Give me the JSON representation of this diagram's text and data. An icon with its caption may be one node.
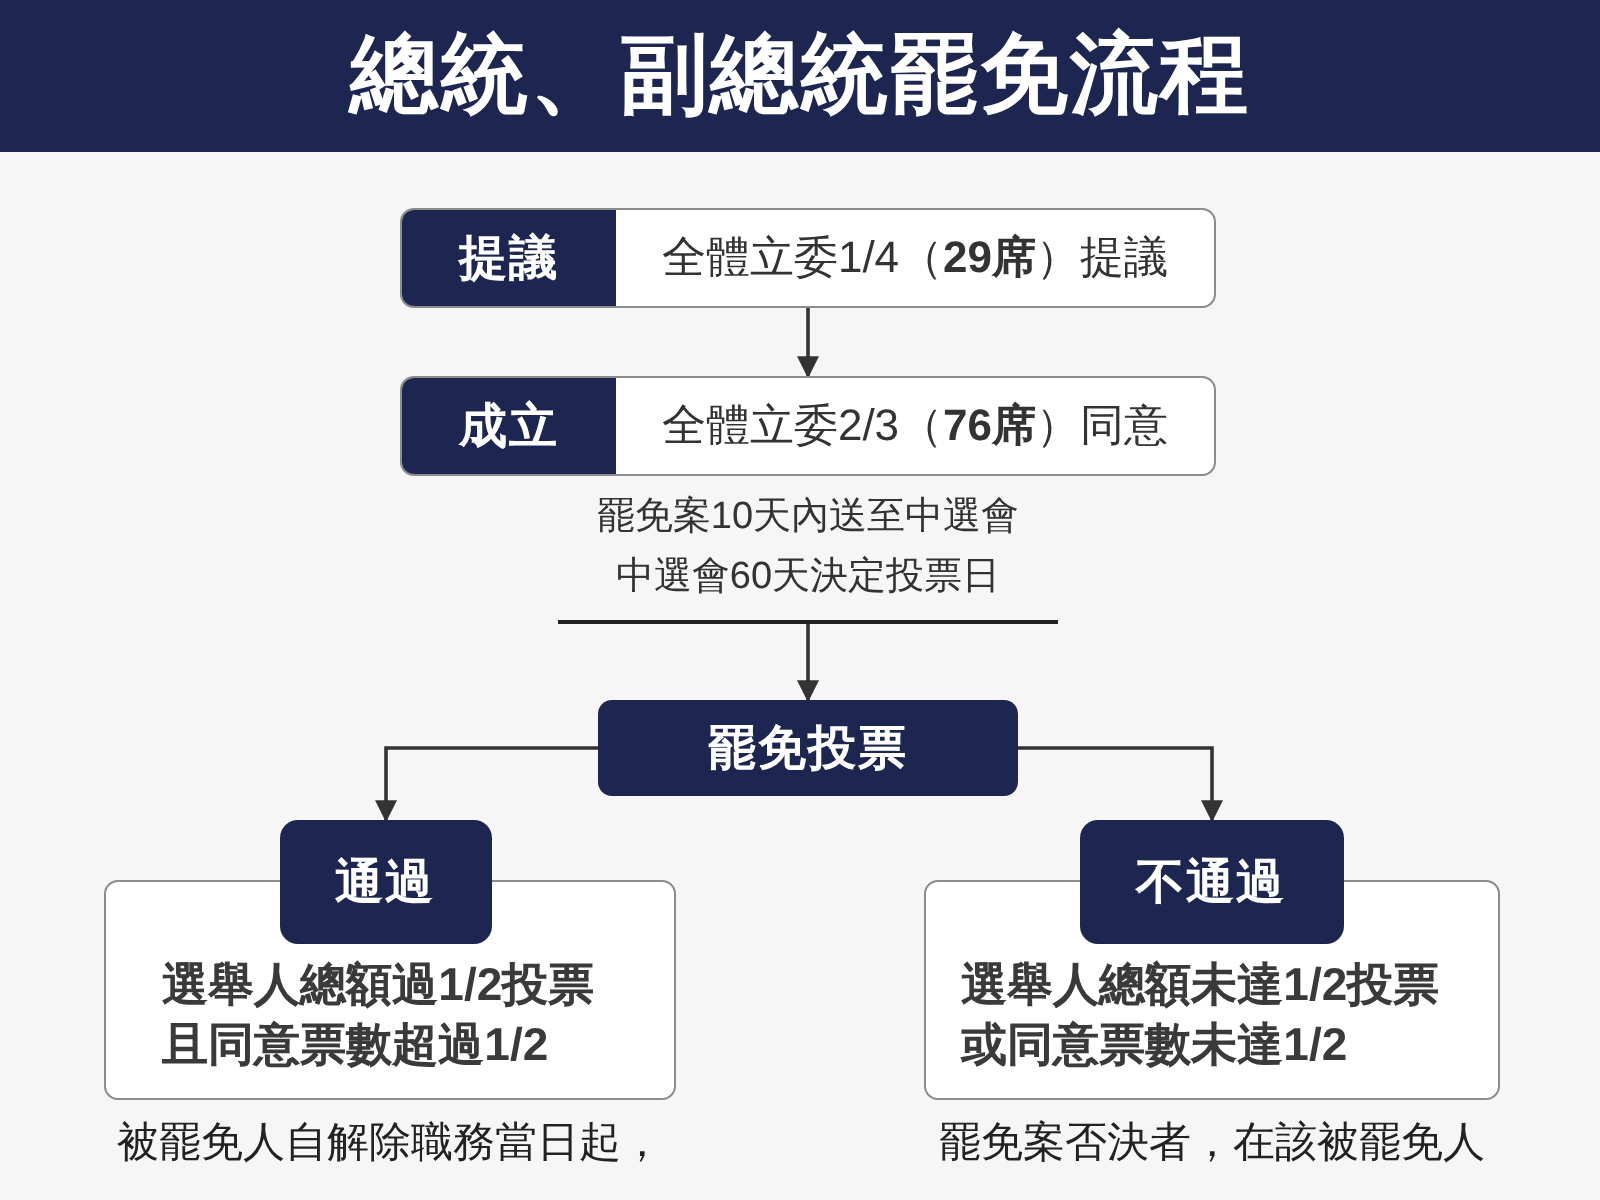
{
  "diagram": {
    "title": "總統、副總統罷免流程",
    "nodes": [
      {
        "text": [
          "提議",
          "全體立委1/4（**29席**）提議"
        ]
      },
      {
        "text": [
          "成立",
          "全體立委2/3（**76席**）同意"
        ]
      },
      {
        "text": [
          "罷免案10天內送至中選會",
          "中選會60天決定投票日"
        ]
      },
      {
        "text": [
          "罷免投票"
        ]
      },
      {
        "text": [
          "通過"
        ]
      },
      {
        "text": [
          "選舉人總額過1/2投票且同意票數超過1/2"
        ],
        "beside": [
          "被罷免人自解除職務當日起，"
        ]
      },
      {
        "text": [
          "不通過"
        ]
      },
      {
        "text": [
          "選舉人總額未達1/2投票或同意票數未達1/2"
        ],
        "beside": [
          "罷免案否決者，在該被罷免人"
        ]
      }
    ],
    "edges": [
      {
        "from": 0,
        "to": 1,
        "arrow": "to"
      },
      {
        "from": 2,
        "to": 3,
        "arrow": "to"
      },
      {
        "from": 3,
        "to": 4,
        "arrow": "to"
      },
      {
        "from": 3,
        "to": 6,
        "arrow": "to"
      }
    ]
  }
}
